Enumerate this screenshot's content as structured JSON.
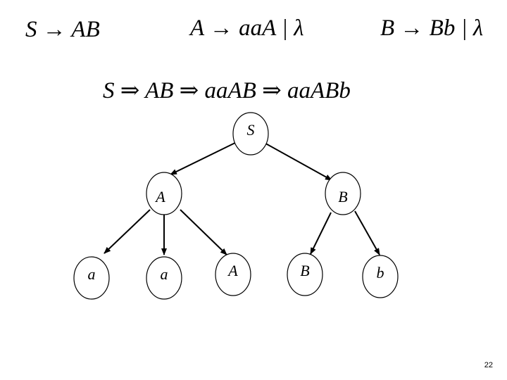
{
  "grammar": {
    "rules": [
      {
        "lhs": "S",
        "rhs": "AB"
      },
      {
        "lhs": "A",
        "rhs": "aaA | λ"
      },
      {
        "lhs": "B",
        "rhs": "Bb | λ"
      }
    ],
    "arrow": "→"
  },
  "derivation": {
    "steps": [
      "S",
      "AB",
      "aaAB",
      "aaABb"
    ],
    "arrow": "⇒"
  },
  "tree": {
    "root": {
      "label": "S"
    },
    "level1": [
      {
        "label": "A"
      },
      {
        "label": "B"
      }
    ],
    "level2": [
      {
        "label": "a"
      },
      {
        "label": "a"
      },
      {
        "label": "A"
      },
      {
        "label": "B"
      },
      {
        "label": "b"
      }
    ]
  },
  "page_number": "22"
}
